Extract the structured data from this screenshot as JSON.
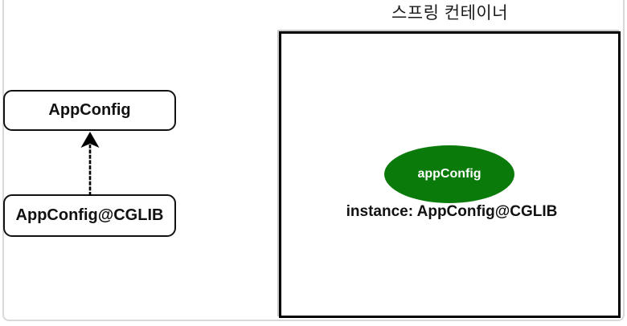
{
  "page": {
    "background_color": "#ffffff",
    "frame_color": "#d9d9d9"
  },
  "diagram": {
    "title": "스프링 컨테이너",
    "container": {
      "bean": {
        "label": "appConfig",
        "fill_color": "#0a7a0a",
        "text_color": "#ffffff"
      },
      "instance_label": "instance: AppConfig@CGLIB"
    },
    "class_boxes": [
      {
        "label": "AppConfig"
      },
      {
        "label": "AppConfig@CGLIB"
      }
    ],
    "arrow": {
      "direction": "up",
      "color": "#000000",
      "meaning": "AppConfig@CGLIB extends AppConfig"
    }
  }
}
